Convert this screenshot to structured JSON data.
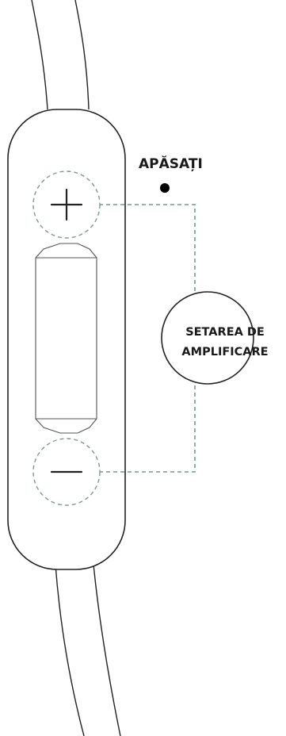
{
  "labels": {
    "press": "APĂSAȚI",
    "gain_line1": "SETAREA DE",
    "gain_line2": "AMPLIFICARE"
  },
  "buttons": {
    "plus_icon": "plus-icon",
    "minus_icon": "minus-icon"
  },
  "colors": {
    "outline": "#222222",
    "dashed_guide": "#6f9e88",
    "bullet": "#000000"
  }
}
